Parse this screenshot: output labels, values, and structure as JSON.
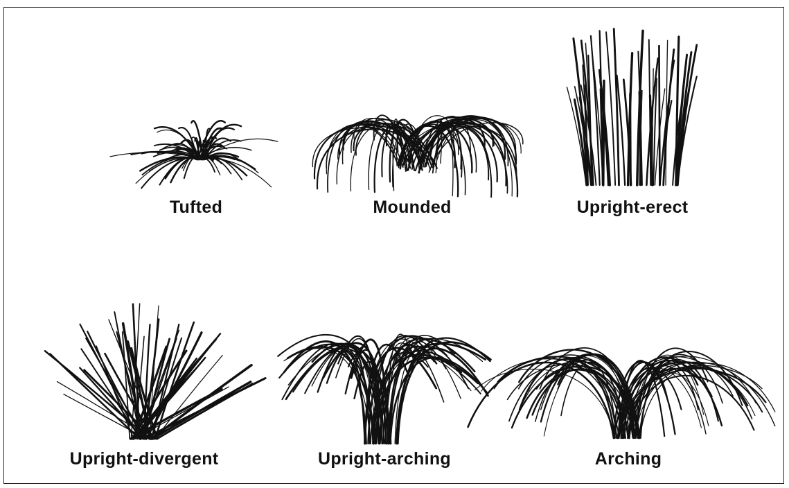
{
  "colors": {
    "ink": "#111111",
    "background": "#ffffff"
  },
  "forms": [
    {
      "id": "tufted",
      "label": "Tufted"
    },
    {
      "id": "mounded",
      "label": "Mounded"
    },
    {
      "id": "upright-erect",
      "label": "Upright-erect"
    },
    {
      "id": "upright-divergent",
      "label": "Upright-divergent"
    },
    {
      "id": "upright-arching",
      "label": "Upright-arching"
    },
    {
      "id": "arching",
      "label": "Arching"
    }
  ]
}
